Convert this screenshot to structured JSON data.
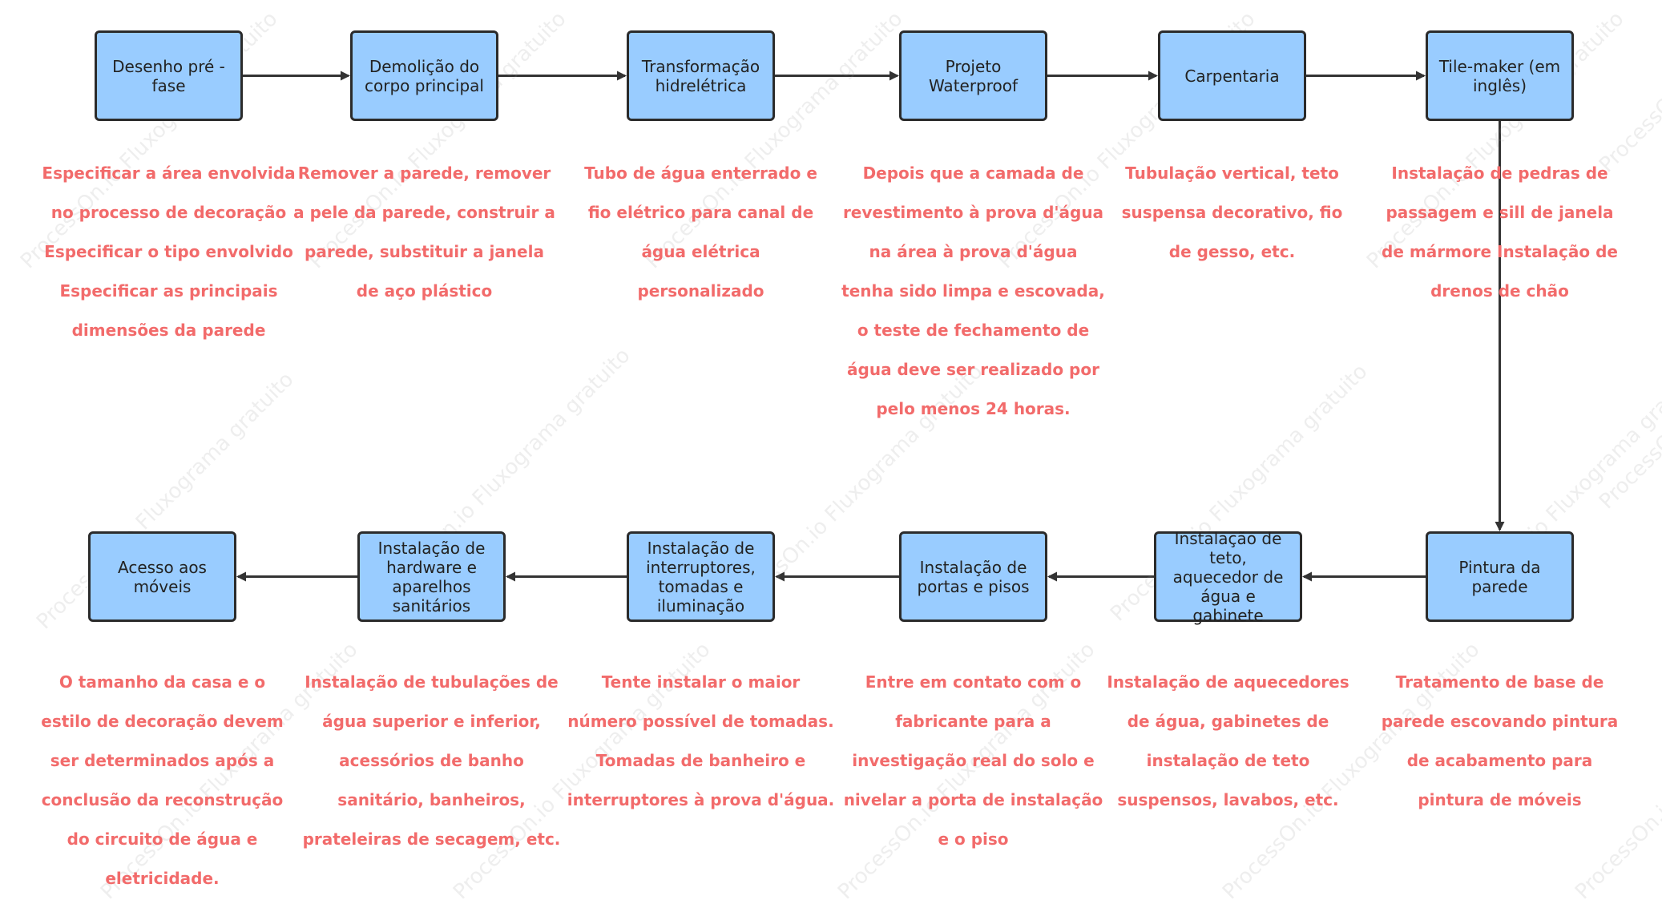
{
  "diagram": {
    "watermark": "ProcessOn.io Fluxograma gratuito",
    "colors": {
      "node_fill": "#99ccff",
      "node_border": "#2b2b2b",
      "note_text": "#f26b6b",
      "arrow": "#333333"
    },
    "steps": [
      {
        "label": "Desenho pré - fase",
        "note": "Especificar a área envolvida no processo de decoração Especificar o tipo envolvido Especificar as principais dimensões da parede"
      },
      {
        "label": "Demolição do corpo principal",
        "note": "Remover a parede, remover a pele da parede, construir a parede, substituir a janela de aço plástico"
      },
      {
        "label": "Transformação hidrelétrica",
        "note": "Tubo de água enterrado e fio elétrico para canal de água elétrica personalizado"
      },
      {
        "label": "Projeto Waterproof",
        "note": "Depois que a camada de revestimento à prova d'água na área à prova d'água tenha sido limpa e escovada, o teste de fechamento de água deve ser realizado por pelo menos 24 horas."
      },
      {
        "label": "Carpentaria",
        "note": "Tubulação vertical, teto suspensa decorativo, fio de gesso, etc."
      },
      {
        "label": "Tile-maker (em inglês)",
        "note": "Instalação de pedras de passagem e sill de janela de mármore Instalação de drenos de chão"
      },
      {
        "label": "Pintura da parede",
        "note": "Tratamento de base de parede escovando pintura de acabamento para pintura de móveis"
      },
      {
        "label": "Instalação de teto, aquecedor de água e gabinete",
        "note": "Instalação de aquecedores de água, gabinetes de instalação de teto suspensos, lavabos, etc."
      },
      {
        "label": "Instalação de portas e pisos",
        "note": "Entre em contato com o fabricante para a investigação real do solo e nivelar a porta de instalação e o piso"
      },
      {
        "label": "Instalação de interruptores, tomadas e iluminação",
        "note": "Tente instalar o maior número possível de tomadas. Tomadas de banheiro e interruptores à prova d'água."
      },
      {
        "label": "Instalação de hardware e aparelhos sanitários",
        "note": "Instalação de tubulações de água superior e inferior, acessórios de banho sanitário, banheiros, prateleiras de secagem, etc."
      },
      {
        "label": "Acesso aos móveis",
        "note": "O tamanho da casa e o estilo de decoração devem ser determinados após a conclusão da reconstrução do circuito de água e eletricidade."
      }
    ]
  }
}
